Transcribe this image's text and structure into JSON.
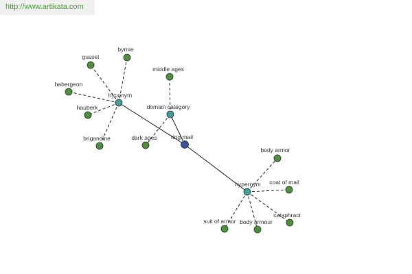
{
  "header": {
    "url": "http://www.artikata.com"
  },
  "colors": {
    "leaf": "#4f8f3f",
    "category": "#4a9aa0",
    "center": "#3f4f9f",
    "edge": "#222222"
  },
  "graph": {
    "nodes": [
      {
        "id": "ring-mail",
        "label": "ring mail",
        "kind": "center"
      },
      {
        "id": "hyponym",
        "label": "hyponym",
        "kind": "category"
      },
      {
        "id": "domain-category",
        "label": "domain category",
        "kind": "category"
      },
      {
        "id": "hypernym",
        "label": "hypernym",
        "kind": "category"
      },
      {
        "id": "gusset",
        "label": "gusset",
        "kind": "leaf"
      },
      {
        "id": "byrnie",
        "label": "byrnie",
        "kind": "leaf"
      },
      {
        "id": "habergeon",
        "label": "habergeon",
        "kind": "leaf"
      },
      {
        "id": "hauberk",
        "label": "hauberk",
        "kind": "leaf"
      },
      {
        "id": "brigandine",
        "label": "brigandine",
        "kind": "leaf"
      },
      {
        "id": "middle-ages",
        "label": "middle ages",
        "kind": "leaf"
      },
      {
        "id": "dark-ages",
        "label": "dark ages",
        "kind": "leaf"
      },
      {
        "id": "body-armor",
        "label": "body armor",
        "kind": "leaf"
      },
      {
        "id": "coat-of-mail",
        "label": "coat of mail",
        "kind": "leaf"
      },
      {
        "id": "cataphract",
        "label": "cataphract",
        "kind": "leaf"
      },
      {
        "id": "body-armour",
        "label": "body armour",
        "kind": "leaf"
      },
      {
        "id": "suit-of-armor",
        "label": "suit of armor",
        "kind": "leaf"
      }
    ],
    "edges": [
      {
        "from": "ring-mail",
        "to": "hyponym",
        "style": "solid"
      },
      {
        "from": "ring-mail",
        "to": "domain-category",
        "style": "solid"
      },
      {
        "from": "ring-mail",
        "to": "hypernym",
        "style": "solid"
      },
      {
        "from": "hyponym",
        "to": "gusset",
        "style": "dashed"
      },
      {
        "from": "hyponym",
        "to": "byrnie",
        "style": "dashed"
      },
      {
        "from": "hyponym",
        "to": "habergeon",
        "style": "dashed"
      },
      {
        "from": "hyponym",
        "to": "hauberk",
        "style": "dashed"
      },
      {
        "from": "hyponym",
        "to": "brigandine",
        "style": "dashed"
      },
      {
        "from": "domain-category",
        "to": "middle-ages",
        "style": "dashed"
      },
      {
        "from": "domain-category",
        "to": "dark-ages",
        "style": "dashed"
      },
      {
        "from": "hypernym",
        "to": "body-armor",
        "style": "dashed"
      },
      {
        "from": "hypernym",
        "to": "coat-of-mail",
        "style": "dashed"
      },
      {
        "from": "hypernym",
        "to": "cataphract",
        "style": "dashed"
      },
      {
        "from": "hypernym",
        "to": "body-armour",
        "style": "dashed"
      },
      {
        "from": "hypernym",
        "to": "suit-of-armor",
        "style": "dashed"
      }
    ]
  }
}
